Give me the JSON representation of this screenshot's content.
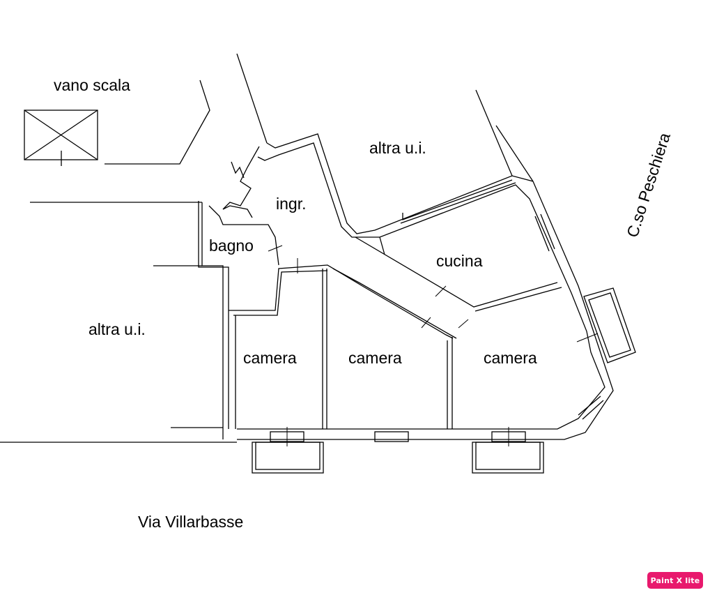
{
  "rooms": {
    "vano_scala": "vano scala",
    "altra_ui_top": "altra u.i.",
    "altra_ui_left": "altra u.i.",
    "ingresso": "ingr.",
    "bagno": "bagno",
    "cucina": "cucina",
    "camera_1": "camera",
    "camera_2": "camera",
    "camera_3": "camera"
  },
  "streets": {
    "bottom": "Via Villarbasse",
    "right": "C.so Peschiera"
  },
  "badge": {
    "label": "Paint X lite",
    "color": "#e8196d"
  },
  "colors": {
    "line": "#000000",
    "background": "#ffffff"
  }
}
